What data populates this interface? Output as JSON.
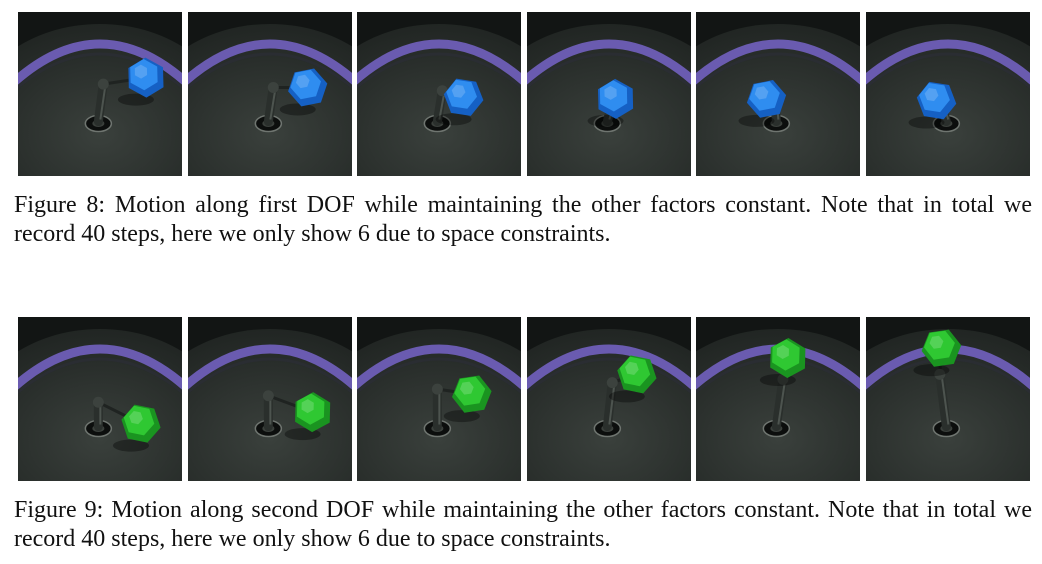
{
  "figures": [
    {
      "id": "figure-8",
      "caption": "Figure 8: Motion along first DOF while maintaining the other factors constant. Note that in total we record 40 steps, here we only show 6 due to space constraints.",
      "object_color": "#2f8df0",
      "object_shade": "#1560c4",
      "frames": [
        {
          "step": 1,
          "obj": [
            0.78,
            0.4
          ],
          "arm_top": [
            0.52,
            0.44
          ]
        },
        {
          "step": 2,
          "obj": [
            0.73,
            0.46
          ],
          "arm_top": [
            0.52,
            0.46
          ]
        },
        {
          "step": 3,
          "obj": [
            0.65,
            0.52
          ],
          "arm_top": [
            0.52,
            0.48
          ]
        },
        {
          "step": 4,
          "obj": [
            0.54,
            0.53
          ],
          "arm_top": [
            0.53,
            0.5
          ]
        },
        {
          "step": 5,
          "obj": [
            0.43,
            0.53
          ],
          "arm_top": [
            0.48,
            0.52
          ]
        },
        {
          "step": 6,
          "obj": [
            0.43,
            0.54
          ],
          "arm_top": [
            0.45,
            0.53
          ]
        }
      ]
    },
    {
      "id": "figure-9",
      "caption": "Figure 9: Motion along second DOF while maintaining the other factors constant. Note that in total we record 40 steps, here we only show 6 due to space constraints.",
      "object_color": "#2fc832",
      "object_shade": "#1a9420",
      "frames": [
        {
          "step": 1,
          "obj": [
            0.75,
            0.65
          ],
          "arm_top": [
            0.49,
            0.52
          ]
        },
        {
          "step": 2,
          "obj": [
            0.76,
            0.58
          ],
          "arm_top": [
            0.49,
            0.48
          ]
        },
        {
          "step": 3,
          "obj": [
            0.7,
            0.47
          ],
          "arm_top": [
            0.49,
            0.44
          ]
        },
        {
          "step": 4,
          "obj": [
            0.67,
            0.35
          ],
          "arm_top": [
            0.52,
            0.4
          ]
        },
        {
          "step": 5,
          "obj": [
            0.56,
            0.25
          ],
          "arm_top": [
            0.53,
            0.38
          ]
        },
        {
          "step": 6,
          "obj": [
            0.46,
            0.19
          ],
          "arm_top": [
            0.45,
            0.35
          ]
        }
      ]
    }
  ]
}
